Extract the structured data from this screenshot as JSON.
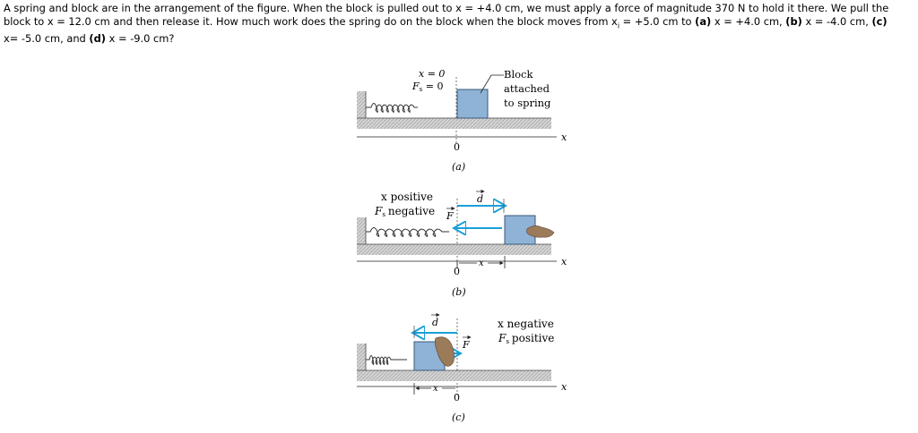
{
  "problem": {
    "text_1": "A spring and block are in the arrangement of the figure. When the block is pulled out to x = +4.0 cm, we must apply a force of magnitude 370 N to hold it there. We pull the block to x = 12.0 cm and then release it. How much work does the spring do on the block when the block moves from x",
    "sub_i": "i",
    "text_2": " = +5.0 cm to ",
    "label_a": "(a)",
    "val_a": " x = +4.0 cm, ",
    "label_b": "(b)",
    "val_b": " x = -4.0 cm, ",
    "label_c": "(c)",
    "val_c": " x= -5.0 cm, and ",
    "label_d": "(d)",
    "val_d": " x = -9.0 cm?"
  },
  "figure": {
    "panel_a": {
      "x_eq": "x = 0",
      "fs_eq": "F",
      "fs_sub": "s",
      "fs_rest": " = 0",
      "block_label_1": "Block",
      "block_label_2": "attached",
      "block_label_3": "to spring",
      "origin": "0",
      "axis": "x",
      "caption": "(a)"
    },
    "panel_b": {
      "x_positive": "x positive",
      "fs_negative": "negative",
      "fs_symbol": "F",
      "fs_sub": "s",
      "d_symbol": "d",
      "origin": "0",
      "x_marker": "x",
      "axis": "x",
      "caption": "(b)"
    },
    "panel_c": {
      "x_negative": "x negative",
      "fs_positive": "positive",
      "fs_symbol": "F",
      "fs_sub": "s",
      "d_symbol": "d",
      "origin": "0",
      "x_marker": "x",
      "axis": "x",
      "caption": "(c)"
    },
    "colors": {
      "block": "#8fb3d6",
      "block_edge": "#3a5a7a",
      "arrow": "#1aa0d8",
      "ground": "#c9c9c9",
      "hand": "#9c7b5a"
    }
  }
}
